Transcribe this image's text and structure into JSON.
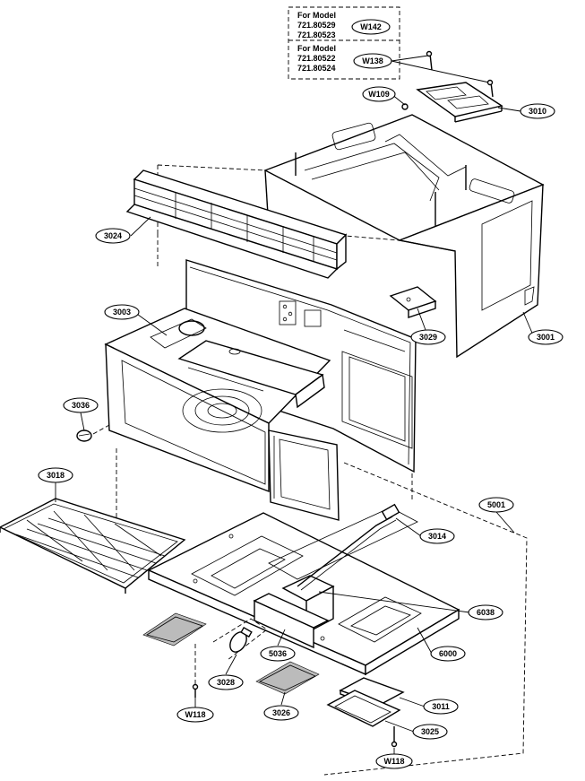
{
  "model_boxes": [
    {
      "heading": "For Model",
      "models": [
        "721.80529",
        "721.80523"
      ],
      "callout": "W142"
    },
    {
      "heading": "For Model",
      "models": [
        "721.80522",
        "721.80524"
      ],
      "callout": "W138"
    }
  ],
  "callouts": [
    {
      "id": "W109",
      "text": "W109"
    },
    {
      "id": "3010",
      "text": "3010"
    },
    {
      "id": "3024",
      "text": "3024"
    },
    {
      "id": "3001",
      "text": "3001"
    },
    {
      "id": "3029",
      "text": "3029"
    },
    {
      "id": "3003",
      "text": "3003"
    },
    {
      "id": "3036",
      "text": "3036"
    },
    {
      "id": "3018",
      "text": "3018"
    },
    {
      "id": "5001",
      "text": "5001"
    },
    {
      "id": "3014",
      "text": "3014"
    },
    {
      "id": "6038",
      "text": "6038"
    },
    {
      "id": "6000",
      "text": "6000"
    },
    {
      "id": "5036",
      "text": "5036"
    },
    {
      "id": "3028",
      "text": "3028"
    },
    {
      "id": "3026",
      "text": "3026"
    },
    {
      "id": "3011",
      "text": "3011"
    },
    {
      "id": "3025",
      "text": "3025"
    },
    {
      "id": "W118a",
      "text": "W118"
    },
    {
      "id": "W118b",
      "text": "W118"
    }
  ]
}
